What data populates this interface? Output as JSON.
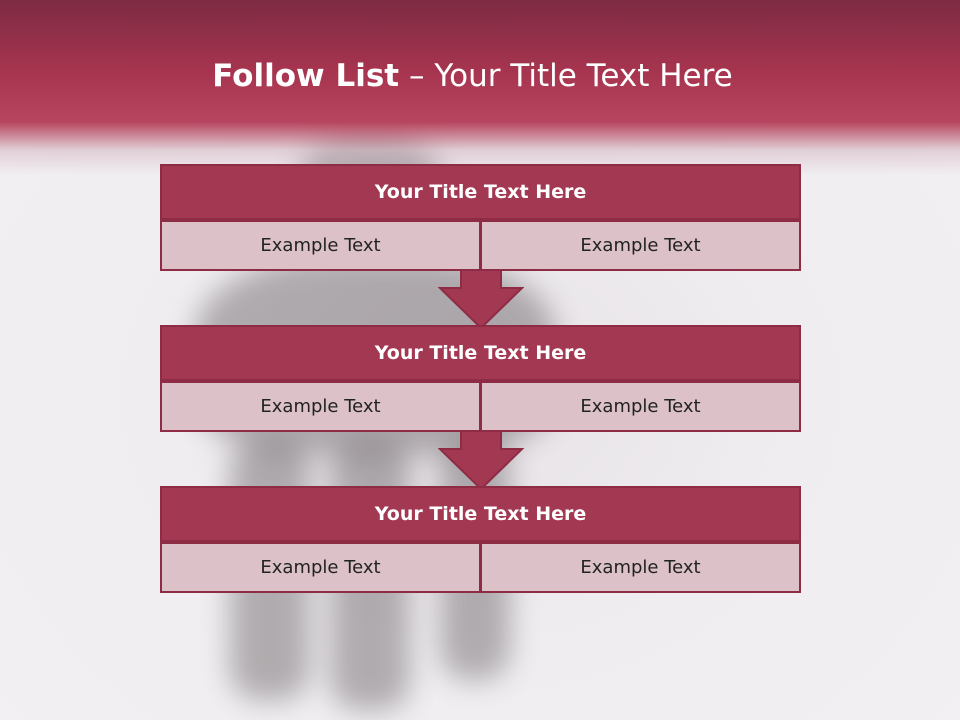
{
  "slide": {
    "title_bold": "Follow List",
    "title_rest": " – Your Title Text Here"
  },
  "steps": [
    {
      "title": "Your Title Text Here",
      "left": "Example Text",
      "right": "Example Text"
    },
    {
      "title": "Your Title Text Here",
      "left": "Example Text",
      "right": "Example Text"
    },
    {
      "title": "Your Title Text Here",
      "left": "Example Text",
      "right": "Example Text"
    }
  ],
  "colors": {
    "accent": "#a33853",
    "accent_border": "#8e2c46",
    "cell_fill": "#dcc1c8",
    "header_dark": "#7d2b43"
  }
}
